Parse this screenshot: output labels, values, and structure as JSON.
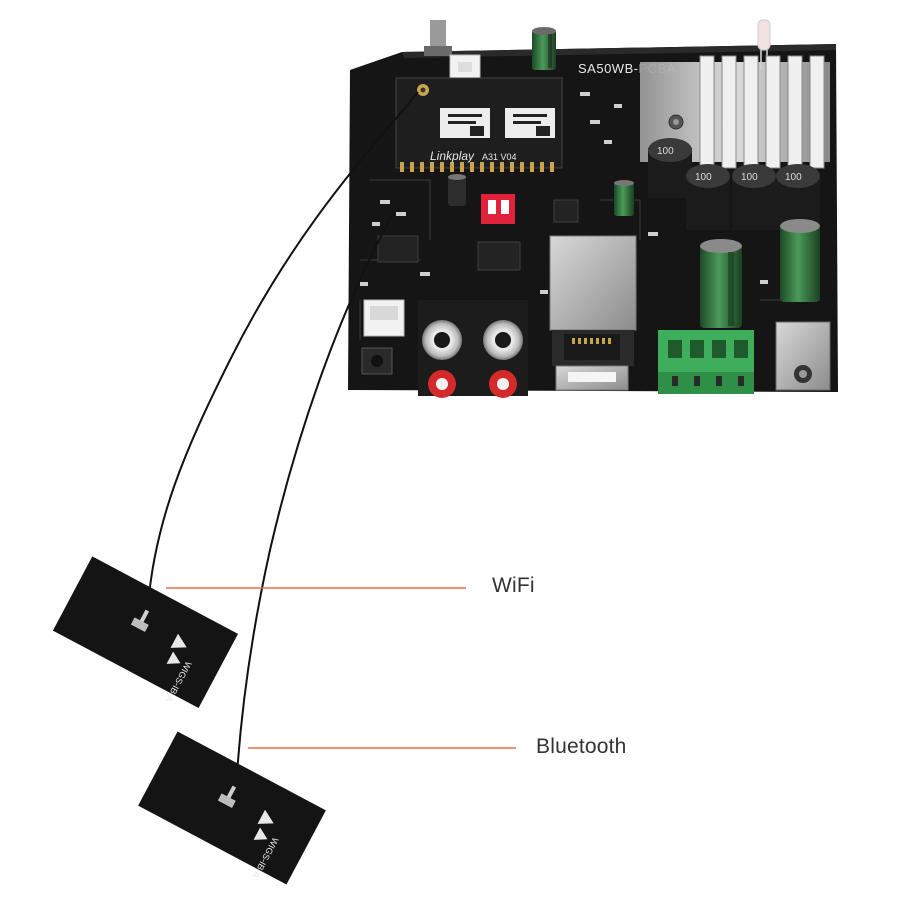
{
  "board": {
    "title": "SA50WB-PCBA",
    "module_brand": "Linkplay",
    "module_version": "A31 V04",
    "inductor_marking": "100",
    "antenna_marking": "WIGS-IB-A"
  },
  "callouts": {
    "wifi": "WiFi",
    "bluetooth": "Bluetooth"
  },
  "colors": {
    "pcb": "#151515",
    "callout_line": "#e07050",
    "heatsink": "#c9c9c9",
    "terminal": "#3fae5a",
    "capacitor": "#2f6b3a"
  }
}
